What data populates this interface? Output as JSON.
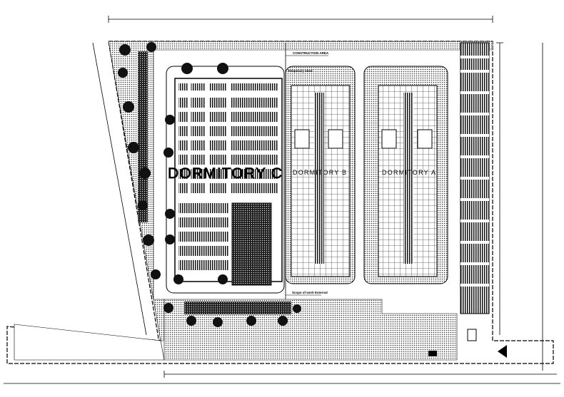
{
  "labels": {
    "construction_area": "CONSTRUCTION AREA",
    "temporary_shed": "Temporary shed",
    "scope_of_work": "Scope of work External",
    "dormitory_c": "DORMITORY C",
    "dormitory_b": "DORMITORY B",
    "dormitory_a": "DORMITORY A"
  },
  "colors": {
    "line": "#000000",
    "background": "#ffffff",
    "hatch": "#555555"
  }
}
